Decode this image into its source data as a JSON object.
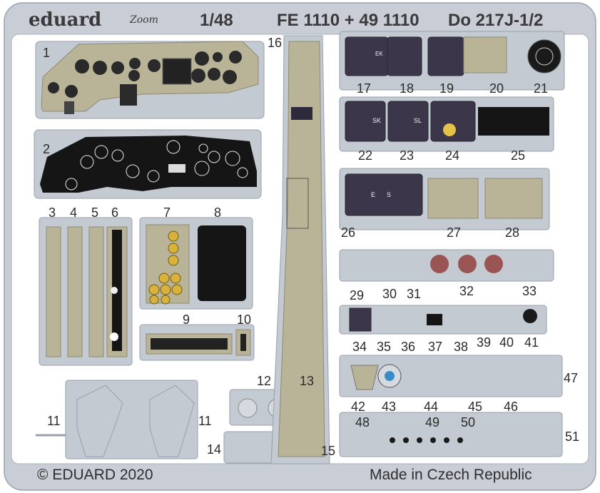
{
  "header": {
    "brand": "eduard",
    "brand_sub": "Zoom",
    "scale": "1/48",
    "catalog": "FE 1110 + 49 1110",
    "model": "Do 217J-1/2"
  },
  "footer": {
    "copyright": "© EDUARD 2020",
    "origin": "Made in Czech Republic"
  },
  "part_numbers": [
    "1",
    "2",
    "3",
    "4",
    "5",
    "6",
    "7",
    "8",
    "9",
    "10",
    "11",
    "11",
    "12",
    "13",
    "14",
    "15",
    "16",
    "17",
    "18",
    "19",
    "20",
    "21",
    "22",
    "23",
    "24",
    "25",
    "26",
    "27",
    "28",
    "29",
    "30",
    "31",
    "32",
    "33",
    "34",
    "35",
    "36",
    "37",
    "38",
    "39",
    "40",
    "41",
    "42",
    "43",
    "44",
    "45",
    "46",
    "47",
    "48",
    "49",
    "50",
    "51"
  ],
  "panel_marks": {
    "ek": "EK",
    "sk": "SK",
    "sl": "SL",
    "e": "E",
    "s": "S"
  },
  "colors": {
    "fret_metal": "#c4cad2",
    "olive": "#b9b498",
    "panel_dark": "#3b3649",
    "instrument_black": "#151515",
    "brass": "#d8b23a"
  }
}
